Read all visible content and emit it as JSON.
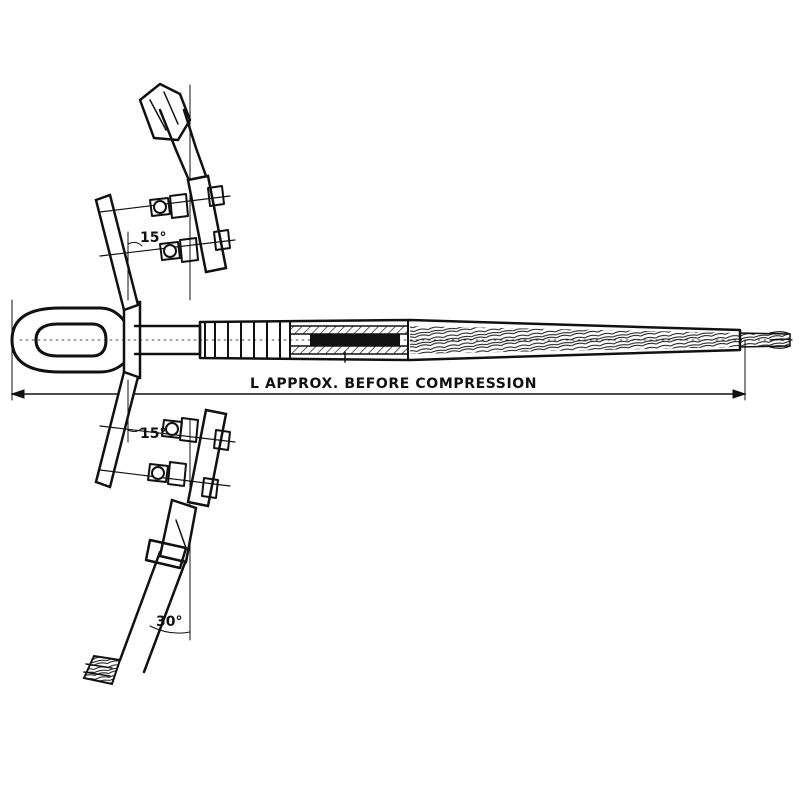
{
  "diagram": {
    "dimension_label": "L APPROX. BEFORE COMPRESSION",
    "angles": {
      "upper_jumper": "15°",
      "lower_jumper": "15°",
      "lower_conductor": "30°"
    }
  }
}
